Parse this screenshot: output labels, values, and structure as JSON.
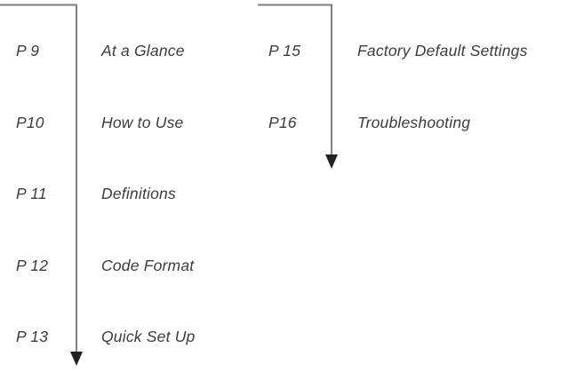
{
  "document": {
    "title": "Manual Table of Contents Flow",
    "background_color": "#ffffff",
    "text_color": "#3c3c3c",
    "line_color": "#808080",
    "arrow_color": "#222222"
  },
  "groups": [
    {
      "id": "group-left",
      "name": "left-flow-column",
      "entries": [
        {
          "page": "P 9",
          "label": "At a Glance"
        },
        {
          "page": "P10",
          "label": "How to Use"
        },
        {
          "page": "P 11",
          "label": "Definitions"
        },
        {
          "page": "P 12",
          "label": "Code Format"
        },
        {
          "page": "P 13",
          "label": "Quick Set Up"
        }
      ]
    },
    {
      "id": "group-right",
      "name": "right-flow-column",
      "entries": [
        {
          "page": "P 15",
          "label": "Factory Default Settings"
        },
        {
          "page": "P16",
          "label": "Troubleshooting"
        }
      ]
    }
  ]
}
